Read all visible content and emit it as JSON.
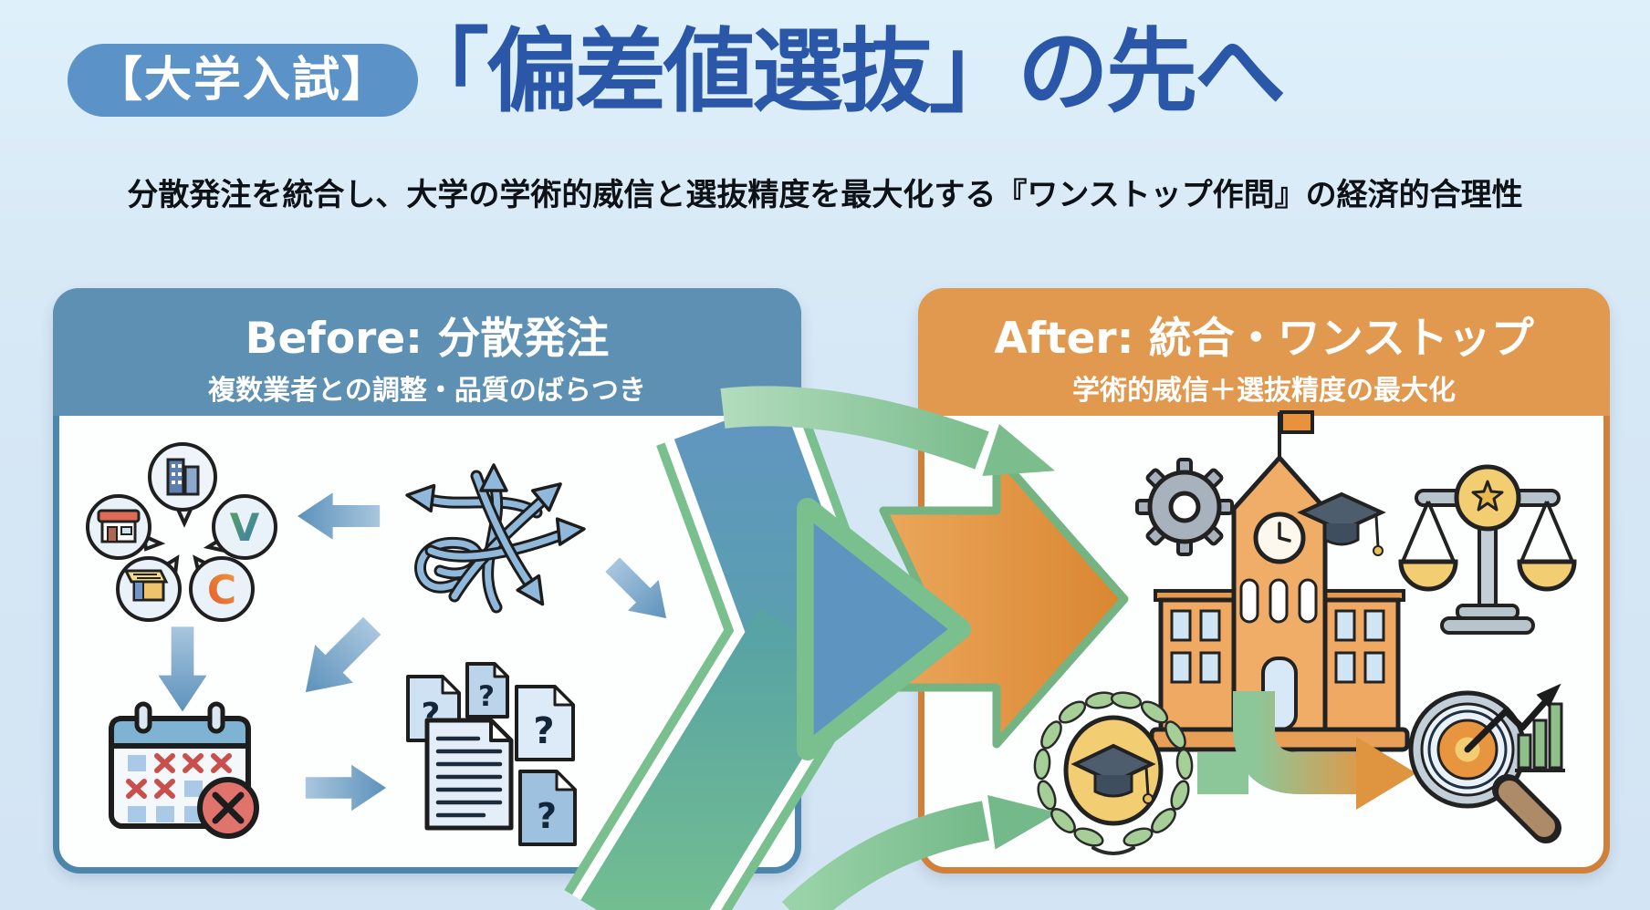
{
  "header": {
    "badge": "【大学入試】",
    "title": "「偏差値選抜」の先へ",
    "subtitle": "分散発注を統合し、大学の学術的威信と選抜精度を最大化する『ワンストップ作問』の経済的合理性"
  },
  "panels": {
    "before": {
      "title": "Before: 分散発注",
      "subtitle": "複数業者との調整・品質のばらつき",
      "icons": [
        "vendor-speech-bubbles",
        "tangled-arrows",
        "calendar-missed-deadline",
        "question-documents"
      ]
    },
    "after": {
      "title": "After: 統合・ワンストップ",
      "subtitle": "学術的威信＋選抜精度の最大化",
      "icons": [
        "university-building-with-gear-and-cap",
        "scales-with-star",
        "laurel-wreath-graduation-emblem",
        "target-magnifier-growth"
      ]
    }
  },
  "glyphs": {
    "question_mark": "?",
    "vendor_v": "V",
    "vendor_c": "C"
  },
  "colors": {
    "background": "#d6e7f5",
    "title_blue": "#2a57a7",
    "badge_blue": "#5b92c7",
    "before_header": "#5e90b4",
    "before_border": "#4d86ac",
    "after_header": "#e1994f",
    "after_border": "#d08038",
    "arrow_blue": "#5e95c0",
    "arrow_green": "#7bbd8d",
    "arrow_orange": "#df953f",
    "alert_red": "#e0746c"
  }
}
